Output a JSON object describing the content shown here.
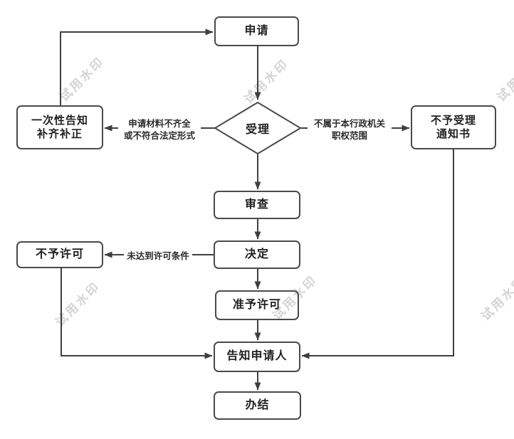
{
  "flowchart": {
    "watermark": {
      "text": "试用水印",
      "color": "#d4d4d4"
    },
    "colors": {
      "node_border": "#4a4a4a",
      "line": "#3f3f3f",
      "text": "#1f1f1f",
      "node_fill": "#ffffff"
    },
    "nodes": {
      "apply": {
        "label": "申请",
        "shape": "rounded-rect"
      },
      "accept": {
        "label": "受理",
        "shape": "diamond"
      },
      "notify_correct": {
        "line1": "一次性告知",
        "line2": "补齐补正",
        "shape": "rounded-rect"
      },
      "not_accept_notice": {
        "line1": "不予受理",
        "line2": "通知书",
        "shape": "rounded-rect"
      },
      "review": {
        "label": "审查",
        "shape": "rounded-rect"
      },
      "decide": {
        "label": "决定",
        "shape": "rounded-rect"
      },
      "deny": {
        "label": "不予许可",
        "shape": "rounded-rect"
      },
      "grant": {
        "label": "准予许可",
        "shape": "rounded-rect"
      },
      "inform": {
        "label": "告知申请人",
        "shape": "rounded-rect"
      },
      "complete": {
        "label": "办结",
        "shape": "rounded-rect"
      }
    },
    "edge_labels": {
      "incomplete_materials": {
        "line1": "申请材料不齐全",
        "line2": "或不符合法定形式"
      },
      "not_in_jurisdiction": {
        "line1": "不属于本行政机关",
        "line2": "职权范围"
      },
      "conditions_not_met": {
        "label": "未达到许可条件"
      }
    },
    "edges": [
      {
        "from": "apply",
        "to": "accept"
      },
      {
        "from": "accept",
        "to": "notify_correct",
        "label_key": "incomplete_materials"
      },
      {
        "from": "accept",
        "to": "not_accept_notice",
        "label_key": "not_in_jurisdiction"
      },
      {
        "from": "accept",
        "to": "review"
      },
      {
        "from": "review",
        "to": "decide"
      },
      {
        "from": "decide",
        "to": "deny",
        "label_key": "conditions_not_met"
      },
      {
        "from": "decide",
        "to": "grant"
      },
      {
        "from": "grant",
        "to": "inform"
      },
      {
        "from": "deny",
        "to": "inform"
      },
      {
        "from": "not_accept_notice",
        "to": "inform"
      },
      {
        "from": "inform",
        "to": "complete"
      },
      {
        "from": "notify_correct",
        "to": "apply"
      }
    ]
  }
}
